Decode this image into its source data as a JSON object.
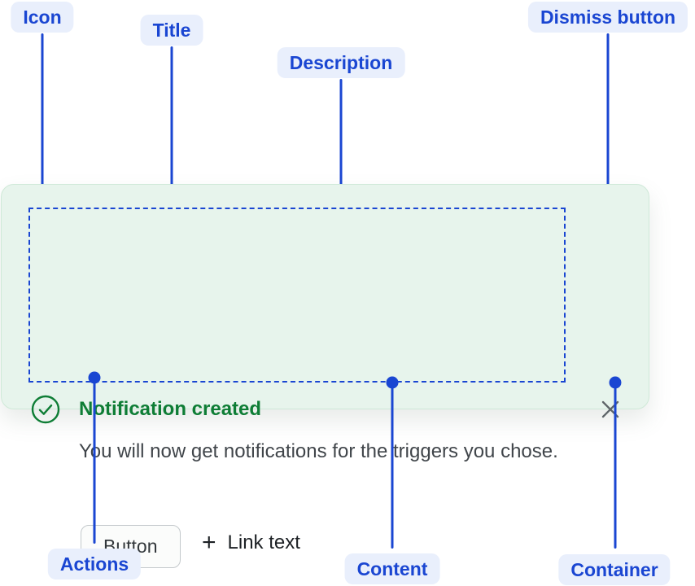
{
  "annotations": {
    "icon_label": "Icon",
    "title_label": "Title",
    "description_label": "Description",
    "dismiss_label": "Dismiss button",
    "actions_label": "Actions",
    "content_label": "Content",
    "container_label": "Container"
  },
  "notification": {
    "icon": "success-check-icon",
    "title": "Notification created",
    "description": "You will now get notifications for the triggers you chose.",
    "actions": {
      "button_label": "Button",
      "link_icon": "plus-icon",
      "link_label": "Link text"
    },
    "dismiss_icon": "close-icon"
  },
  "colors": {
    "annotation_blue": "#1a46d2",
    "annotation_pill_bg": "#e9effc",
    "success_green": "#0e7d35",
    "container_bg": "#e7f4ec",
    "container_border": "#cfe9d8",
    "description_gray": "#40454a",
    "dismiss_gray": "#5e6468",
    "link_black": "#1d2125"
  }
}
